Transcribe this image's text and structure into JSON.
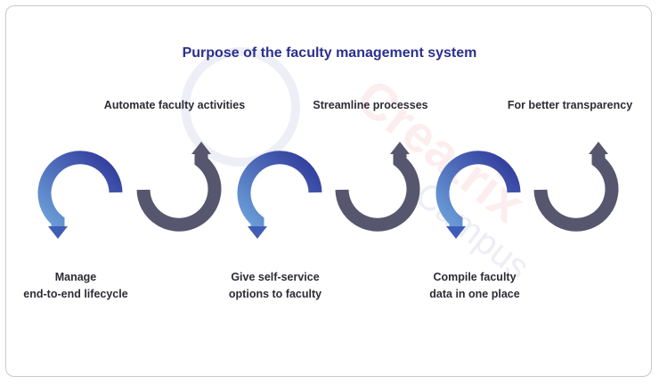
{
  "title": "Purpose of the faculty management system",
  "top_labels": [
    "Automate faculty activities",
    "Streamline processes",
    "For better transparency"
  ],
  "bottom_labels": [
    "Manage\nend-to-end lifecycle",
    "Give self-service\noptions to faculty",
    "Compile faculty\ndata in one place"
  ],
  "watermark": {
    "brand": "Creatrix",
    "sub": "Campus"
  },
  "colors": {
    "title": "#2b2f8f",
    "blue_start": "#5b8fd0",
    "blue_end": "#2f3799",
    "gray": "#56566e"
  }
}
